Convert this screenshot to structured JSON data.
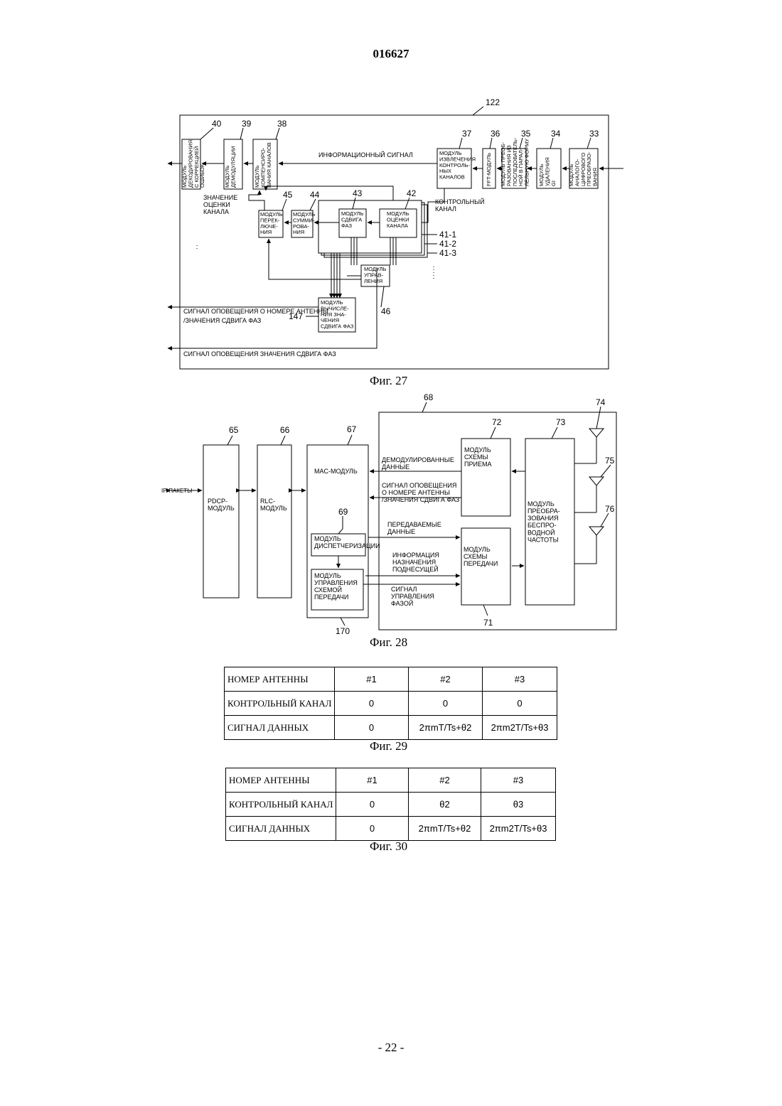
{
  "header": {
    "doc_number": "016627"
  },
  "footer": {
    "page_number": "- 22 -"
  },
  "fig27": {
    "caption": "Фиг. 27",
    "refs": {
      "outer": "122",
      "m40": "40",
      "m39": "39",
      "m38": "38",
      "m37": "37",
      "m36": "36",
      "m35": "35",
      "m34": "34",
      "m33": "33",
      "m45": "45",
      "m44": "44",
      "m43": "43",
      "m42": "42",
      "b1": "41-1",
      "b2": "41-2",
      "b3": "41-3",
      "m46": "46",
      "m147": "147"
    },
    "modules": {
      "m40": [
        "МОДУЛЬ",
        "ДЕКОДИРОВАНИЯ",
        "С КОРРЕКЦИЕЙ",
        "ОШИБОК"
      ],
      "m39": [
        "МОДУЛЬ",
        "ДЕМОДУЛЯЦИИ"
      ],
      "m38": [
        "МОДУЛЬ",
        "КОМПЕНСИРО-",
        "ВАНИЯ КАНАЛОВ"
      ],
      "m37": [
        "МОДУЛЬ",
        "ИЗВЛЕЧЕНИЯ",
        "КОНТРОЛЬ-",
        "НЫХ",
        "КАНАЛОВ"
      ],
      "m36": [
        "FFT-МОДУЛЬ"
      ],
      "m35": [
        "МОДУЛЬ ПРЕОБ-",
        "РАЗОВАНИЯ ИЗ",
        "ПОСЛЕДОВАТЕЛЬ-",
        "НОЙ В ПАРАЛ-",
        "ЛЕЛЬНУЮ ФОРМУ"
      ],
      "m34": [
        "МОДУЛЬ",
        "УДАЛЕНИЯ",
        "GI"
      ],
      "m33": [
        "МОДУЛЬ",
        "АНАЛОГО-",
        "ЦИФРОВОГО",
        "ПРЕОБРАЗО-",
        "ВАНИЯ"
      ],
      "m45": [
        "МОДУЛЬ",
        "ПЕРЕК-",
        "ЛЮЧЕ-",
        "НИЯ"
      ],
      "m44": [
        "МОДУЛЬ",
        "СУММИ-",
        "РОВА-",
        "НИЯ"
      ],
      "m43": [
        "МОДУЛЬ",
        "СДВИГА",
        "ФАЗ"
      ],
      "m42": [
        "МОДУЛЬ",
        "ОЦЕНКИ",
        "КАНАЛА"
      ],
      "m46": [
        "МОДУЛЬ",
        "УПРАВ-",
        "ЛЕНИЯ"
      ],
      "m147": [
        "МОДУЛЬ",
        "ВЫЧИСЛЕ-",
        "НИЯ ЗНА-",
        "ЧЕНИЯ",
        "СДВИГА ФАЗ"
      ]
    },
    "labels": {
      "info_signal": "ИНФОРМАЦИОННЫЙ СИГНАЛ",
      "channel_estimate": [
        "ЗНАЧЕНИЕ",
        "ОЦЕНКИ",
        "КАНАЛА"
      ],
      "control_channel": [
        "КОНТРОЛЬНЫЙ",
        "КАНАЛ"
      ],
      "notify1": "СИГНАЛ ОПОВЕЩЕНИЯ О НОМЕРЕ АНТЕННЫ",
      "notify2": "/ЗНАЧЕНИЯ СДВИГА ФАЗ",
      "notify3": "СИГНАЛ ОПОВЕЩЕНИЯ ЗНАЧЕНИЯ СДВИГА ФАЗ"
    }
  },
  "fig28": {
    "caption": "Фиг. 28",
    "refs": {
      "outer": "68",
      "m65": "65",
      "m66": "66",
      "m67": "67",
      "m69": "69",
      "m72": "72",
      "m73": "73",
      "a74": "74",
      "a75": "75",
      "a76": "76",
      "m71": "71",
      "m170": "170"
    },
    "modules": {
      "m65": [
        "PDCP-",
        "МОДУЛЬ"
      ],
      "m66": [
        "RLC-",
        "МОДУЛЬ"
      ],
      "m67": [
        "MAC-МОДУЛЬ"
      ],
      "m69": [
        "МОДУЛЬ",
        "ДИСПЕТЧЕРИЗАЦИИ"
      ],
      "m170": [
        "МОДУЛЬ",
        "УПРАВЛЕНИЯ",
        "СХЕМОЙ",
        "ПЕРЕДАЧИ"
      ],
      "m72": [
        "МОДУЛЬ",
        "СХЕМЫ",
        "ПРИЕМА"
      ],
      "m71": [
        "МОДУЛЬ",
        "СХЕМЫ",
        "ПЕРЕДАЧИ"
      ],
      "m73": [
        "МОДУЛЬ",
        "ПРЕОБРА-",
        "ЗОВАНИЯ",
        "БЕСПРО-",
        "ВОДНОЙ",
        "ЧАСТОТЫ"
      ]
    },
    "labels": {
      "ip_packets": "IP-ПАКЕТЫ",
      "demod_data": [
        "ДЕМОДУЛИРОВАННЫЕ",
        "ДАННЫЕ"
      ],
      "notify": [
        "СИГНАЛ ОПОВЕЩЕНИЯ",
        "О НОМЕРЕ АНТЕННЫ",
        "/ЗНАЧЕНИЯ СДВИГА ФАЗ"
      ],
      "tx_data": [
        "ПЕРЕДАВАЕМЫЕ",
        "ДАННЫЕ"
      ],
      "subcarrier_info": [
        "ИНФОРМАЦИЯ",
        "НАЗНАЧЕНИЯ",
        "ПОДНЕСУЩЕЙ"
      ],
      "phase_ctrl": [
        "СИГНАЛ",
        "УПРАВЛЕНИЯ",
        "ФАЗОЙ"
      ]
    }
  },
  "fig29": {
    "caption": "Фиг. 29",
    "rows": [
      [
        "НОМЕР АНТЕННЫ",
        "#1",
        "#2",
        "#3"
      ],
      [
        "КОНТРОЛЬНЫЙ КАНАЛ",
        "0",
        "0",
        "0"
      ],
      [
        "СИГНАЛ ДАННЫХ",
        "0",
        "2πmT/Ts+θ2",
        "2πm2T/Ts+θ3"
      ]
    ]
  },
  "fig30": {
    "caption": "Фиг. 30",
    "rows": [
      [
        "НОМЕР АНТЕННЫ",
        "#1",
        "#2",
        "#3"
      ],
      [
        "КОНТРОЛЬНЫЙ КАНАЛ",
        "0",
        "θ2",
        "θ3"
      ],
      [
        "СИГНАЛ ДАННЫХ",
        "0",
        "2πmT/Ts+θ2",
        "2πm2T/Ts+θ3"
      ]
    ]
  }
}
